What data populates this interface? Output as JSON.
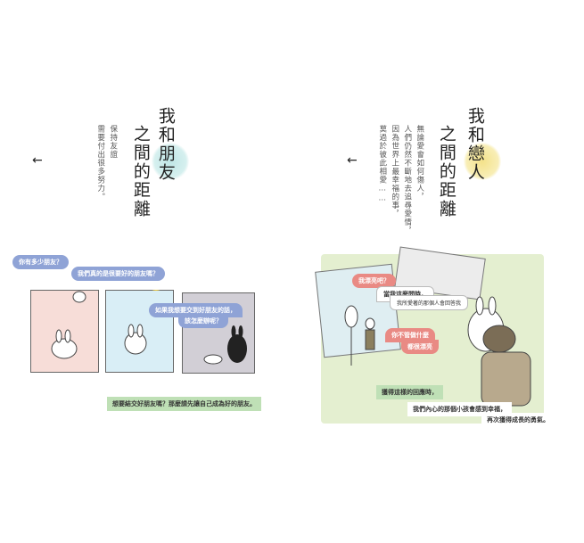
{
  "left": {
    "title_line1": "我和朋友",
    "title_line2": "之間的距離",
    "sub_line1": "保持友誼",
    "sub_line2": "需要付出很多努力。",
    "arrow": "←",
    "bubble1": "你有多少朋友？",
    "bubble2": "我們真的是很要好的朋友嗎？",
    "bubble3a": "如果我想要交到好朋友的話，",
    "bubble3b": "該怎麼辦呢？",
    "caption": "想要結交好朋友嗎？那麼請先讓自己成為好的朋友。"
  },
  "right": {
    "title_line1": "我和戀人",
    "title_line2": "之間的距離",
    "sub_line1": "無論愛會如何傷人，",
    "sub_line2": "人們仍然不斷地去追尋愛情，",
    "sub_line3": "因為世界上最幸福的事，",
    "sub_line4": "莫過於彼此相愛……",
    "arrow": "←",
    "bubble1": "我漂亮吧？",
    "bubble2a": "當我這麼問時，",
    "bubble2b": "我所愛著的那個人會回答我",
    "bubble3a": "你不管做什麼",
    "bubble3b": "都很漂亮",
    "caption1": "獲得這樣的回應時，",
    "caption2": "我們內心的那個小孩會感到幸福，",
    "caption3": "再次獲得成長的勇氣。"
  },
  "colors": {
    "blue": "#8fa3d6",
    "pink": "#e98a84",
    "green": "#bfe0b6",
    "panelGreen": "#e4efd0"
  }
}
